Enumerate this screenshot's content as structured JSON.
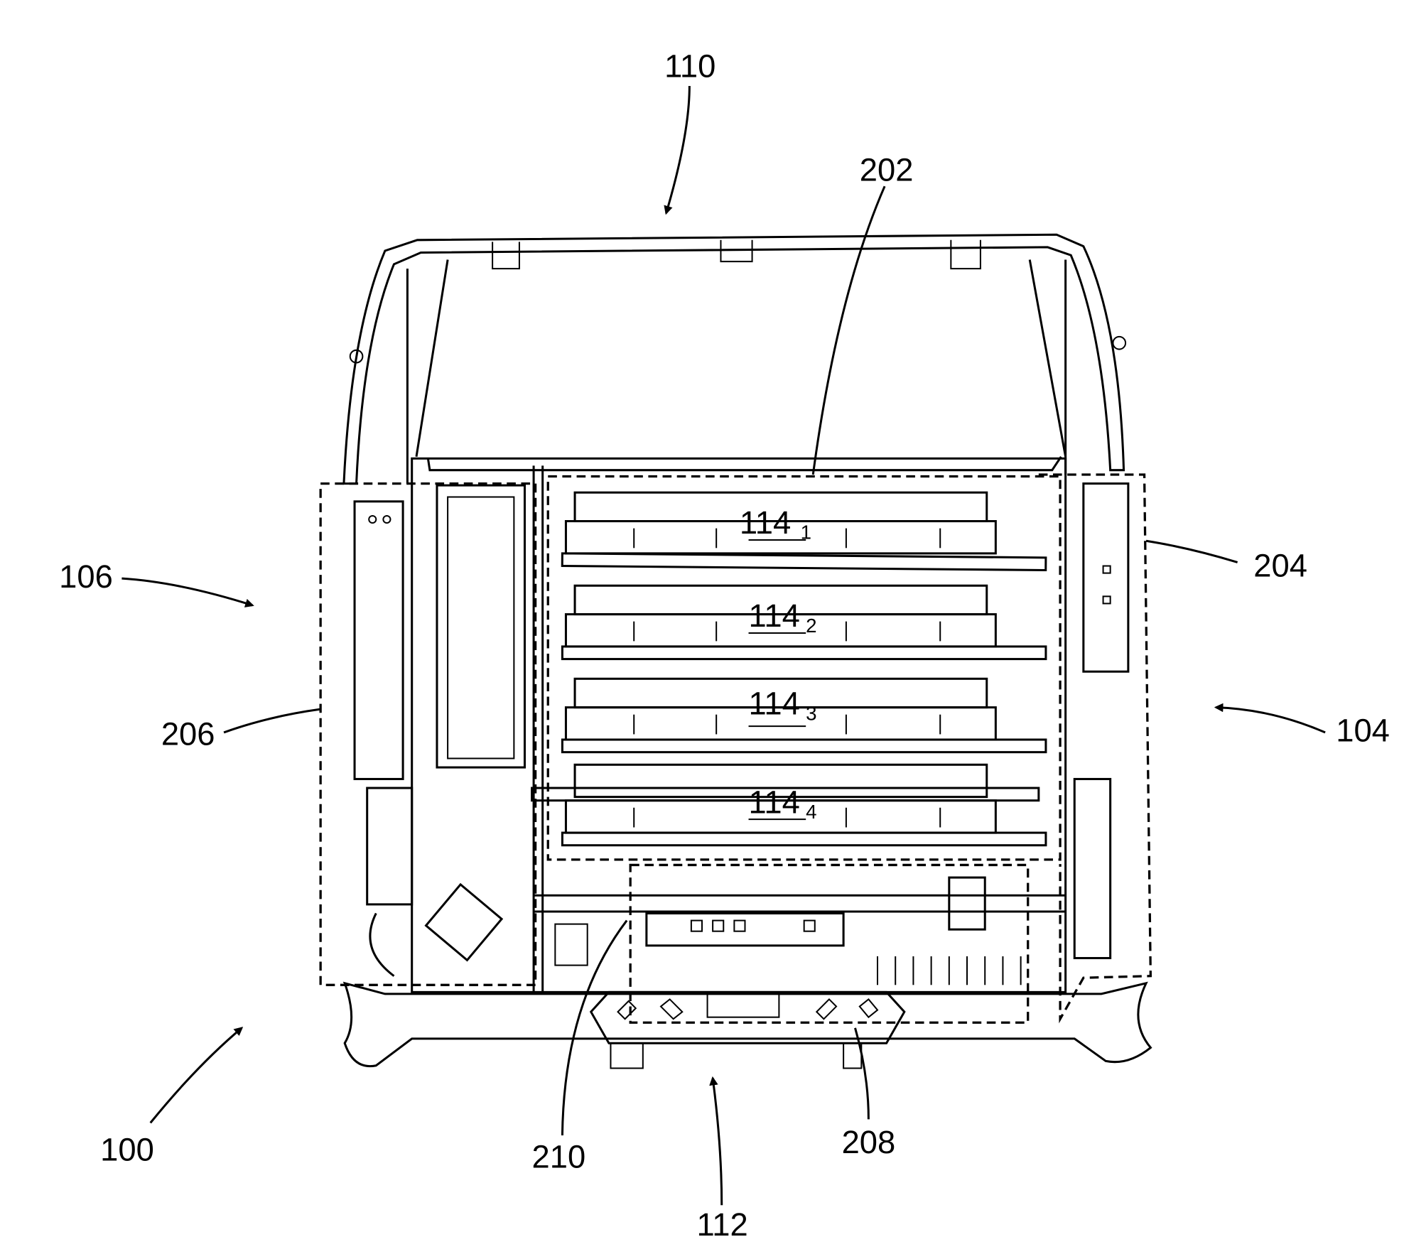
{
  "figure": {
    "labels": {
      "l110": "110",
      "l202": "202",
      "l106": "106",
      "l204": "204",
      "l206": "206",
      "l104": "104",
      "l100": "100",
      "l210": "210",
      "l208": "208",
      "l112": "112"
    },
    "cartridges": [
      {
        "base": "114",
        "sub": "1"
      },
      {
        "base": "114",
        "sub": "2"
      },
      {
        "base": "114",
        "sub": "3"
      },
      {
        "base": "114",
        "sub": "4"
      }
    ]
  }
}
